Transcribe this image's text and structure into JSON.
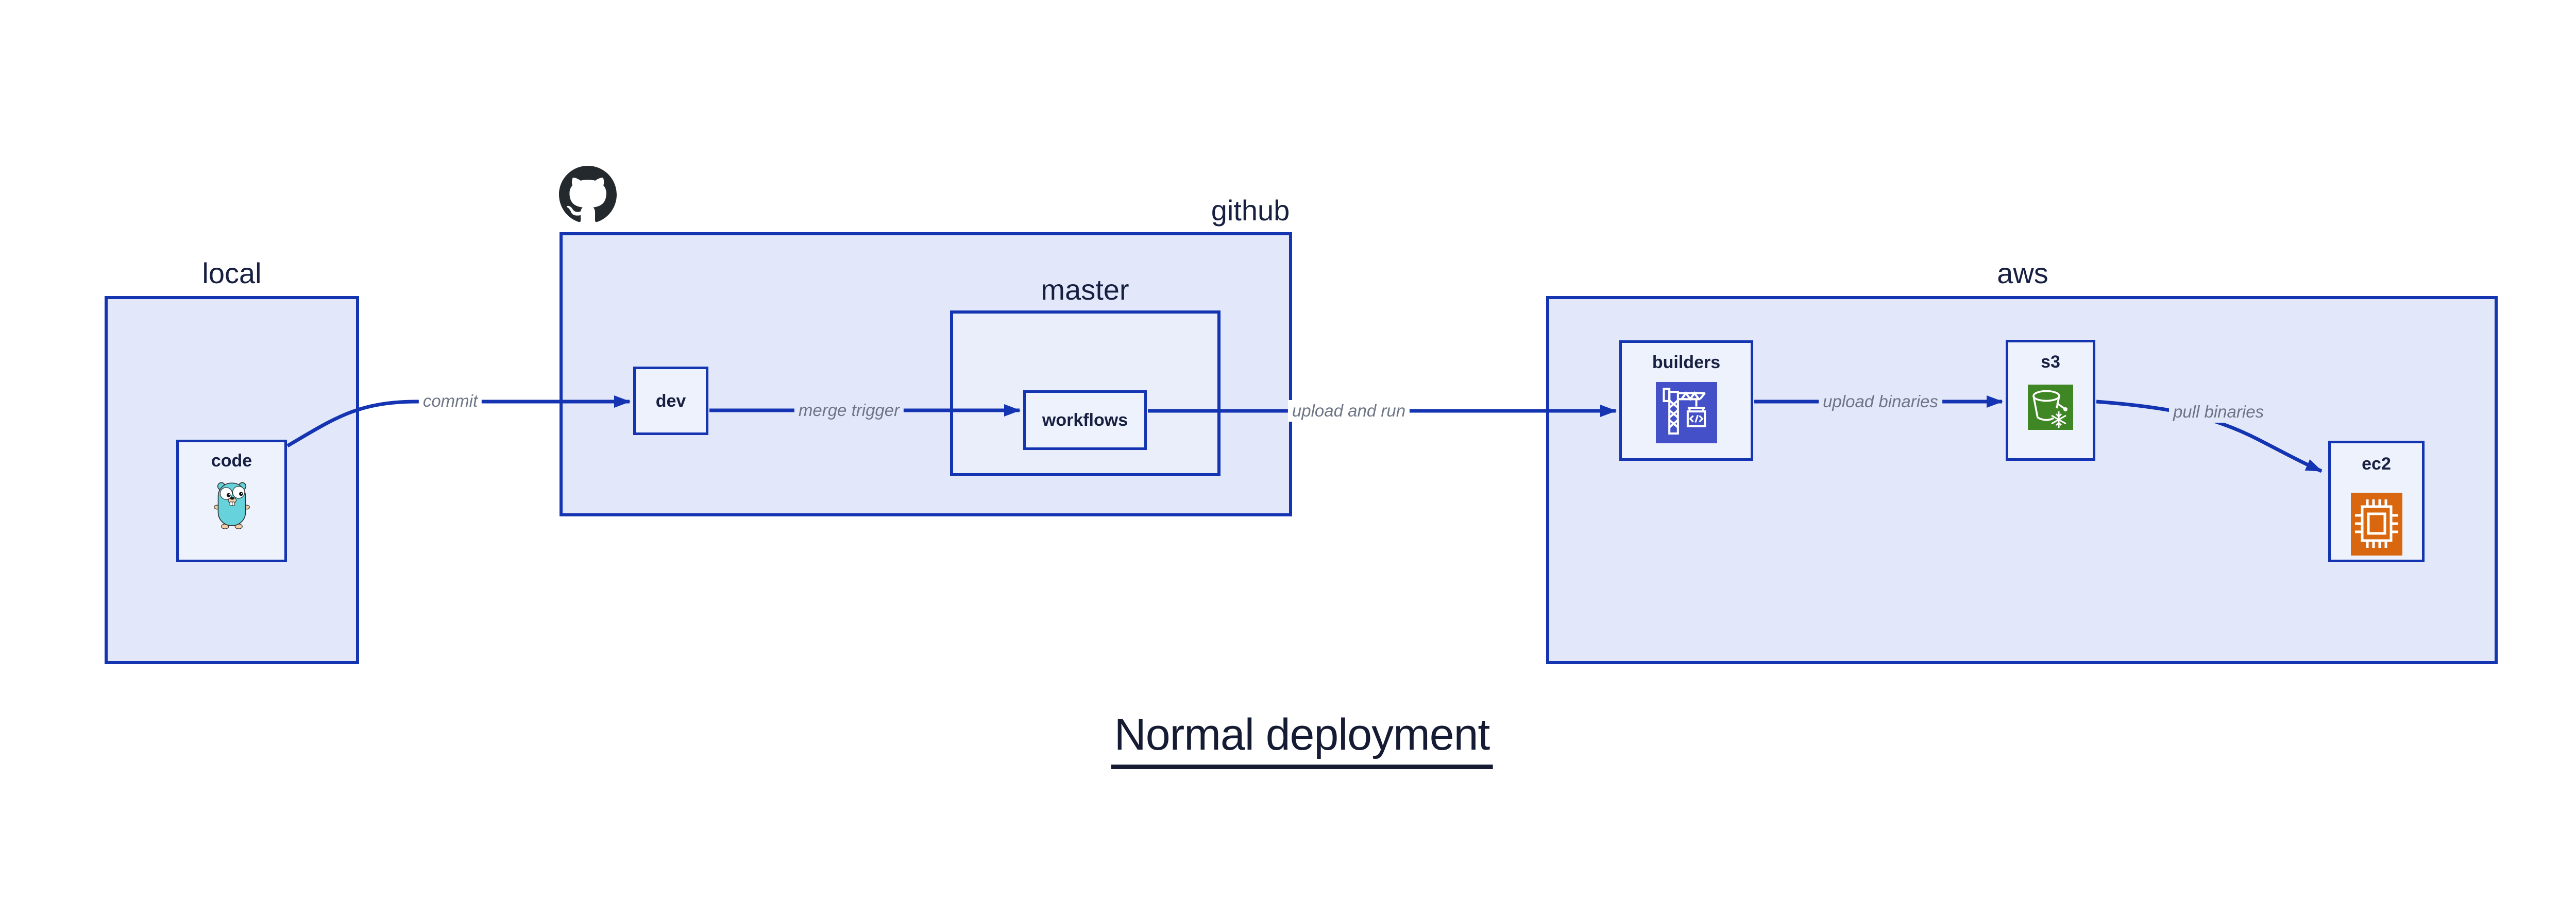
{
  "title": {
    "text": "Normal deployment"
  },
  "groups": {
    "local": {
      "label": "local"
    },
    "github": {
      "label": "github"
    },
    "master": {
      "label": "master"
    },
    "aws": {
      "label": "aws"
    }
  },
  "nodes": {
    "code": {
      "label": "code",
      "icon": "go-gopher-icon"
    },
    "dev": {
      "label": "dev"
    },
    "workflows": {
      "label": "workflows"
    },
    "builders": {
      "label": "builders",
      "icon": "aws-codebuild-icon"
    },
    "s3": {
      "label": "s3",
      "icon": "aws-s3-glacier-icon"
    },
    "ec2": {
      "label": "ec2",
      "icon": "aws-ec2-icon"
    }
  },
  "edges": [
    {
      "from": "code",
      "to": "dev",
      "label": "commit"
    },
    {
      "from": "dev",
      "to": "workflows",
      "label": "merge trigger"
    },
    {
      "from": "workflows",
      "to": "builders",
      "label": "upload and run"
    },
    {
      "from": "builders",
      "to": "s3",
      "label": "upload binaries"
    },
    {
      "from": "s3",
      "to": "ec2",
      "label": "pull binaries"
    }
  ],
  "colors": {
    "accent": "#1434b2",
    "containerFill": "#e2e8f9",
    "masterFill": "#eaeefb",
    "nodeFill": "#eef2fc",
    "textNavy": "#172041",
    "edgeLabel": "#6e7585",
    "githubBlack": "#24292e",
    "codebuildIndigo": "#4450c8",
    "s3Green": "#3f8624",
    "ec2Orange": "#d9670f",
    "gopherTeal": "#65d2dc",
    "titleColor": "#151b33"
  }
}
